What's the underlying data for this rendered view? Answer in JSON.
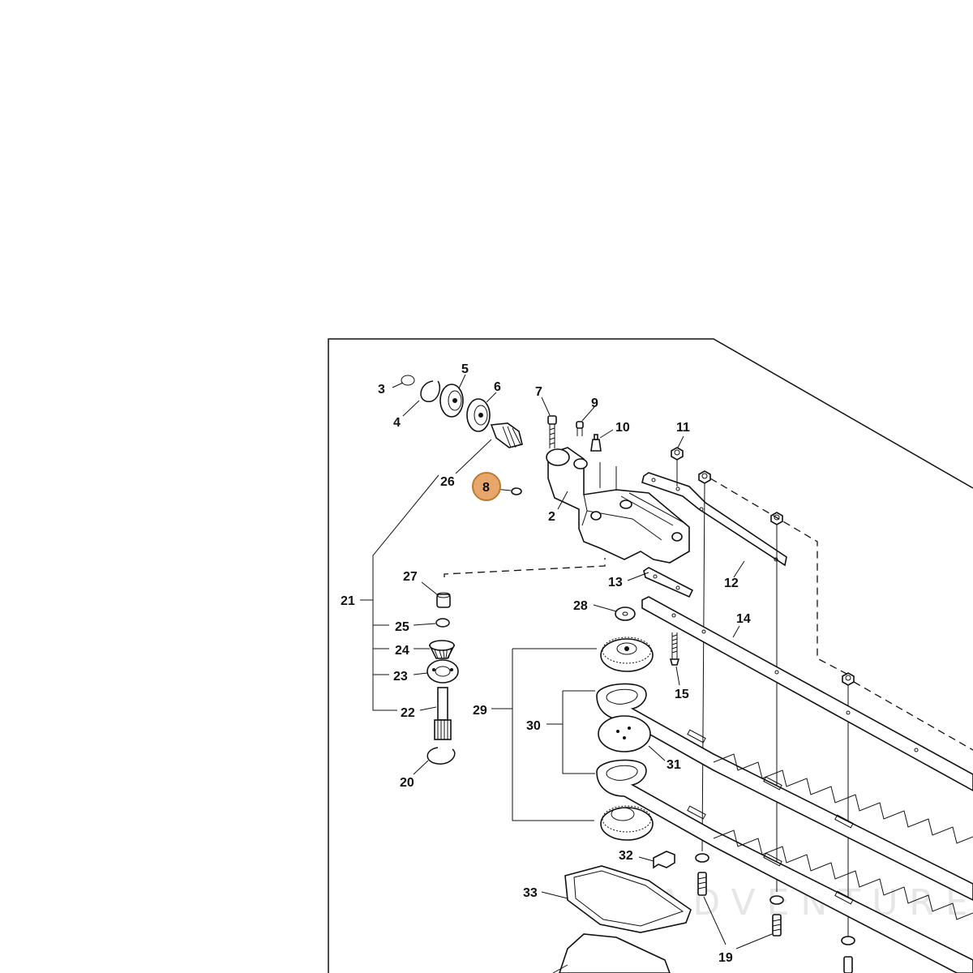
{
  "diagram": {
    "highlight_color": "#e6a66c",
    "highlight_stroke": "#c07830",
    "selected_part": "8",
    "watermark": "LEADVENTURE",
    "parts": {
      "p2": "2",
      "p3": "3",
      "p4": "4",
      "p5": "5",
      "p6": "6",
      "p7": "7",
      "p8": "8",
      "p9": "9",
      "p10": "10",
      "p11": "11",
      "p12": "12",
      "p13": "13",
      "p14": "14",
      "p15": "15",
      "p19": "19",
      "p20": "20",
      "p21": "21",
      "p22": "22",
      "p23": "23",
      "p24": "24",
      "p25": "25",
      "p26": "26",
      "p27": "27",
      "p28": "28",
      "p29": "29",
      "p30": "30",
      "p31": "31",
      "p32": "32",
      "p33": "33"
    }
  }
}
